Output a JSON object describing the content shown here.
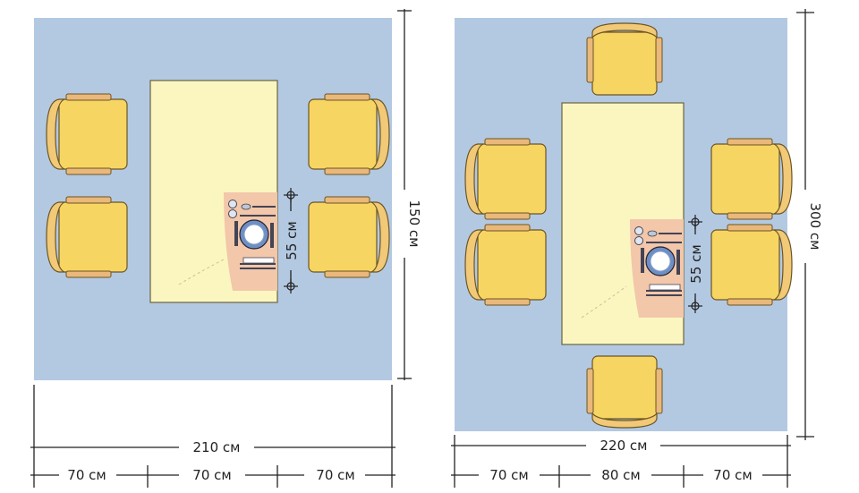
{
  "diagrams": [
    {
      "id": "layout-left",
      "width_label": "210 см",
      "height_label": "150 см",
      "spacing_label": "55 см",
      "segments": [
        "70 см",
        "70 см",
        "70 см"
      ]
    },
    {
      "id": "layout-right",
      "width_label": "220 см",
      "height_label": "300 см",
      "spacing_label": "55 см",
      "segments": [
        "70 см",
        "80 см",
        "70 см"
      ]
    }
  ],
  "colors": {
    "room": "#b3c9e2",
    "table": "#fbf6c0",
    "chair": "#f7d562",
    "place_setting": "#f2c7aa"
  }
}
